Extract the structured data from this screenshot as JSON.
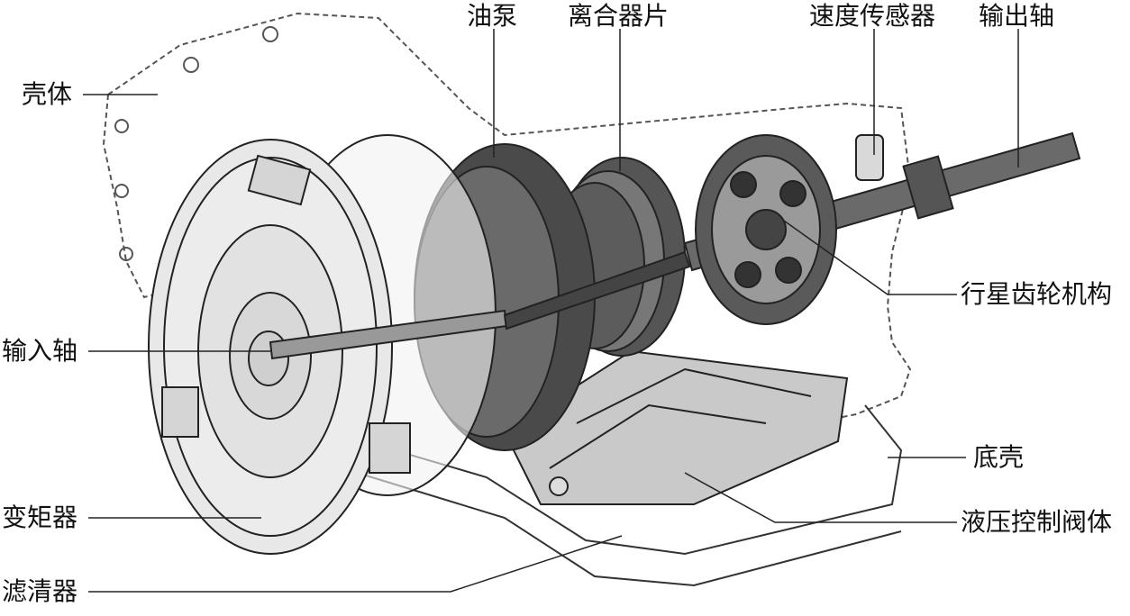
{
  "labels": {
    "housing": "壳体",
    "input_shaft": "输入轴",
    "torque_converter": "变矩器",
    "filter": "滤清器",
    "oil_pump": "油泵",
    "clutch_plates": "离合器片",
    "speed_sensor": "速度传感器",
    "output_shaft": "输出轴",
    "planetary_gear": "行星齿轮机构",
    "oil_pan": "底壳",
    "valve_body": "液压控制阀体"
  },
  "colors": {
    "line": "#222222",
    "dark_part": "#4a4a4a",
    "light_part": "#e6e6e6",
    "mid_part": "#9a9a9a",
    "background": "#ffffff"
  }
}
